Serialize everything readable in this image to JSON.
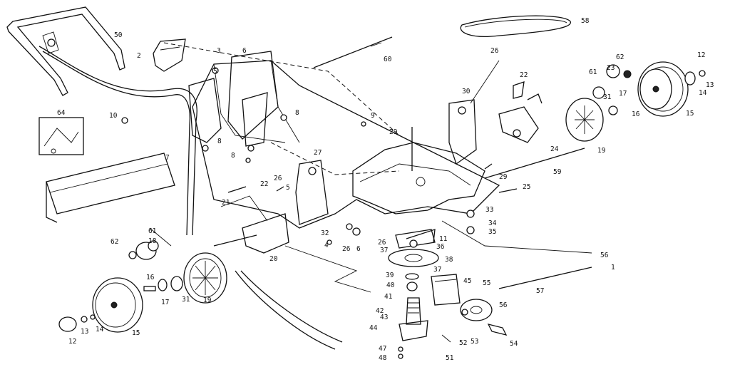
{
  "labels": {
    "p1": "1",
    "p2": "2",
    "p3": "3",
    "p4": "4",
    "p5": "5",
    "p5b": "5",
    "p6": "6",
    "p6b": "6",
    "p7": "7",
    "p8": "8",
    "p8b": "8",
    "p8c": "8",
    "p9": "9",
    "p10": "10",
    "p11": "11",
    "p12": "12",
    "p12b": "12",
    "p13": "13",
    "p13b": "13",
    "p14": "14",
    "p14b": "14",
    "p15": "15",
    "p15b": "15",
    "p16": "16",
    "p16b": "16",
    "p17": "17",
    "p17b": "17",
    "p18": "18",
    "p19": "19",
    "p19b": "19",
    "p20": "20",
    "p21": "21",
    "p22": "22",
    "p22b": "22",
    "p23": "23",
    "p24": "24",
    "p25": "25",
    "p26": "26",
    "p26b": "26",
    "p26c": "26",
    "p26d": "26",
    "p27": "27",
    "p29": "29",
    "p29b": "29",
    "p30": "30",
    "p31": "31",
    "p31b": "31",
    "p32": "32",
    "p33": "33",
    "p34": "34",
    "p35": "35",
    "p36": "36",
    "p37": "37",
    "p37b": "37",
    "p38": "38",
    "p39": "39",
    "p40": "40",
    "p41": "41",
    "p42": "42",
    "p43": "43",
    "p44": "44",
    "p45": "45",
    "p47": "47",
    "p48": "48",
    "p50": "50",
    "p51": "51",
    "p52": "52",
    "p53": "53",
    "p54": "54",
    "p55": "55",
    "p56": "56",
    "p56b": "56",
    "p57": "57",
    "p58": "58",
    "p59": "59",
    "p60": "60",
    "p61": "61",
    "p61b": "61",
    "p62": "62",
    "p62b": "62",
    "p64": "64"
  }
}
